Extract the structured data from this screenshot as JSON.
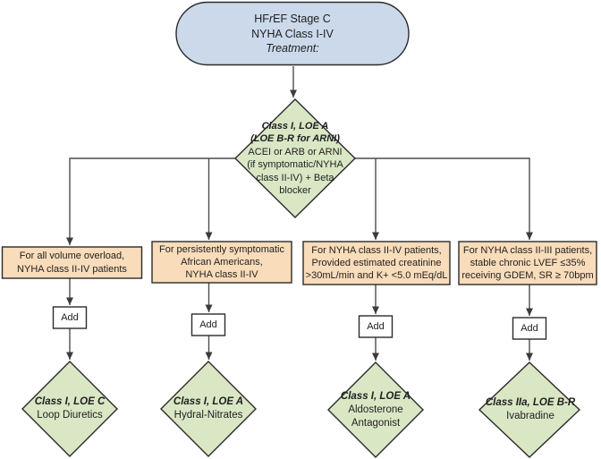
{
  "colors": {
    "start_fill": "#cbd9eb",
    "decision_fill": "#d9e7c5",
    "condition_fill": "#f9dcba",
    "add_fill": "#ffffff",
    "border": "#2b2b2b",
    "connector": "#4d4d4d",
    "text": "#1f1f1f"
  },
  "start_node": {
    "line1_pre": "HF",
    "line1_italic": "r",
    "line1_post": "EF Stage C",
    "line2": "NYHA Class I-IV",
    "line3": "Treatment:"
  },
  "central_decision": {
    "emphasis_lines": [
      "Class I, LOE A",
      "(LOE B-R for ARNI)"
    ],
    "body_lines": [
      "ACEI or ARB or ARNI",
      "(if symptomatic/NYHA",
      "class II-IV) + Beta",
      "blocker"
    ]
  },
  "branches": [
    {
      "condition_lines": [
        "For all volume overload,",
        "NYHA class II-IV patients"
      ],
      "add_label": "Add",
      "result_class": "Class I, LOE C",
      "result_lines": [
        "Loop Diuretics"
      ]
    },
    {
      "condition_lines": [
        "For persistently symptomatic",
        "African Americans,",
        "NYHA class II-IV"
      ],
      "add_label": "Add",
      "result_class": "Class I, LOE A",
      "result_lines": [
        "Hydral-Nitrates"
      ]
    },
    {
      "condition_lines": [
        "For NYHA class II-IV patients,",
        "Provided estimated creatinine",
        ">30mL/min and K+ <5.0 mEq/dL"
      ],
      "add_label": "Add",
      "result_class": "Class I, LOE A",
      "result_lines": [
        "Aldosterone",
        "Antagonist"
      ]
    },
    {
      "condition_lines": [
        "For NYHA class II-III patients,",
        "stable chronic LVEF ≤35%",
        "receiving GDEM, SR ≥ 70bpm"
      ],
      "add_label": "Add",
      "result_class": "Class IIa, LOE B-R",
      "result_lines": [
        "Ivabradine"
      ]
    }
  ]
}
